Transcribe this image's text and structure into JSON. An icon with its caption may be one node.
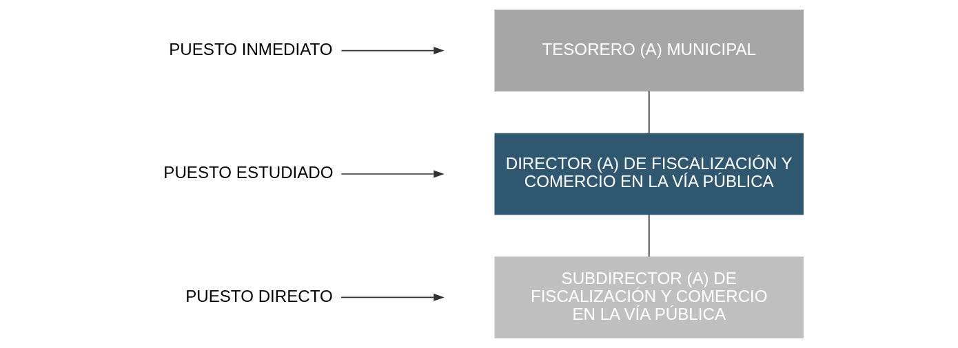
{
  "diagram": {
    "nodes": [
      {
        "text": [
          "PUESTO INMEDIATO"
        ]
      },
      {
        "text": [
          "PUESTO ESTUDIADO"
        ]
      },
      {
        "text": [
          "PUESTO DIRECTO"
        ]
      },
      {
        "text": [
          "TESORERO (A) MUNICIPAL"
        ]
      },
      {
        "text": [
          "DIRECTOR (A) DE FISCALIZACIÓN Y COMERCIO EN LA VÍA PÚBLICA"
        ]
      },
      {
        "text": [
          "SUBDIRECTOR (A) DE FISCALIZACIÓN Y COMERCIO EN LA VÍA PÚBLICA"
        ]
      }
    ],
    "edges": [
      {
        "from": 0,
        "to": null,
        "arrow": "to"
      },
      {
        "from": 1,
        "to": null,
        "arrow": "to"
      },
      {
        "from": 2,
        "to": null,
        "arrow": "to"
      },
      {
        "from": 3,
        "to": 4,
        "arrow": "none"
      },
      {
        "from": 4,
        "to": 5,
        "arrow": "none"
      }
    ]
  }
}
